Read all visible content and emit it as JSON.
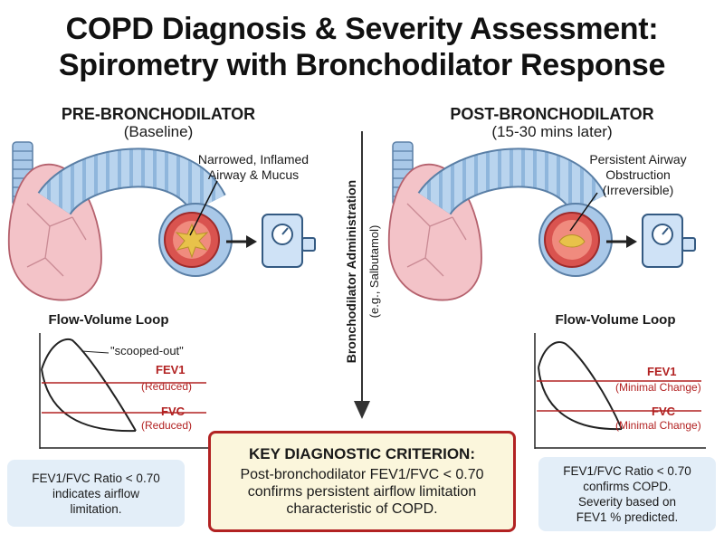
{
  "title_line1": "COPD Diagnosis & Severity Assessment:",
  "title_line2": "Spirometry with Bronchodilator Response",
  "pre": {
    "heading": "PRE-BRONCHODILATOR",
    "subheading": "(Baseline)",
    "callout_line1": "Narrowed, Inflamed",
    "callout_line2": "Airway & Mucus",
    "loop_title": "Flow-Volume Loop",
    "scoop_label": "\"scooped-out\"",
    "fev1_label": "FEV1",
    "fev1_note": "(Reduced)",
    "fvc_label": "FVC",
    "fvc_note": "(Reduced)",
    "note_line1": "FEV1/FVC Ratio < 0.70",
    "note_line2": "indicates airflow",
    "note_line3": "limitation."
  },
  "post": {
    "heading": "POST-BRONCHODILATOR",
    "subheading": "(15-30 mins later)",
    "callout_line1": "Persistent Airway",
    "callout_line2": "Obstruction",
    "callout_line3": "(Irreversible)",
    "loop_title": "Flow-Volume Loop",
    "fev1_label": "FEV1",
    "fev1_note": "(Minimal Change)",
    "fvc_label": "FVC",
    "fvc_note": "(Minimal Change)",
    "note_line1": "FEV1/FVC Ratio < 0.70",
    "note_line2": "confirms COPD.",
    "note_line3": "Severity based on",
    "note_line4": "FEV1 % predicted."
  },
  "middle": {
    "admin_label": "Bronchodilator Administration",
    "example_label": "(e.g., Salbutamol)"
  },
  "key": {
    "title": "KEY DIAGNOSTIC CRITERION:",
    "line1": "Post-bronchodilator FEV1/FVC < 0.70",
    "line2": "confirms persistent airflow limitation",
    "line3": "characteristic of COPD."
  },
  "colors": {
    "accent_red": "#b22222",
    "airway_blue": "#a9c8e8",
    "lung_pink": "#f3c3c8",
    "note_bg": "#e3eef8",
    "key_bg": "#fbf6dc"
  },
  "icons": [
    "lung-icon",
    "bronchus-tube-icon",
    "airway-cross-section-icon",
    "spirometer-icon",
    "arrow-right-icon",
    "arrow-down-icon"
  ]
}
